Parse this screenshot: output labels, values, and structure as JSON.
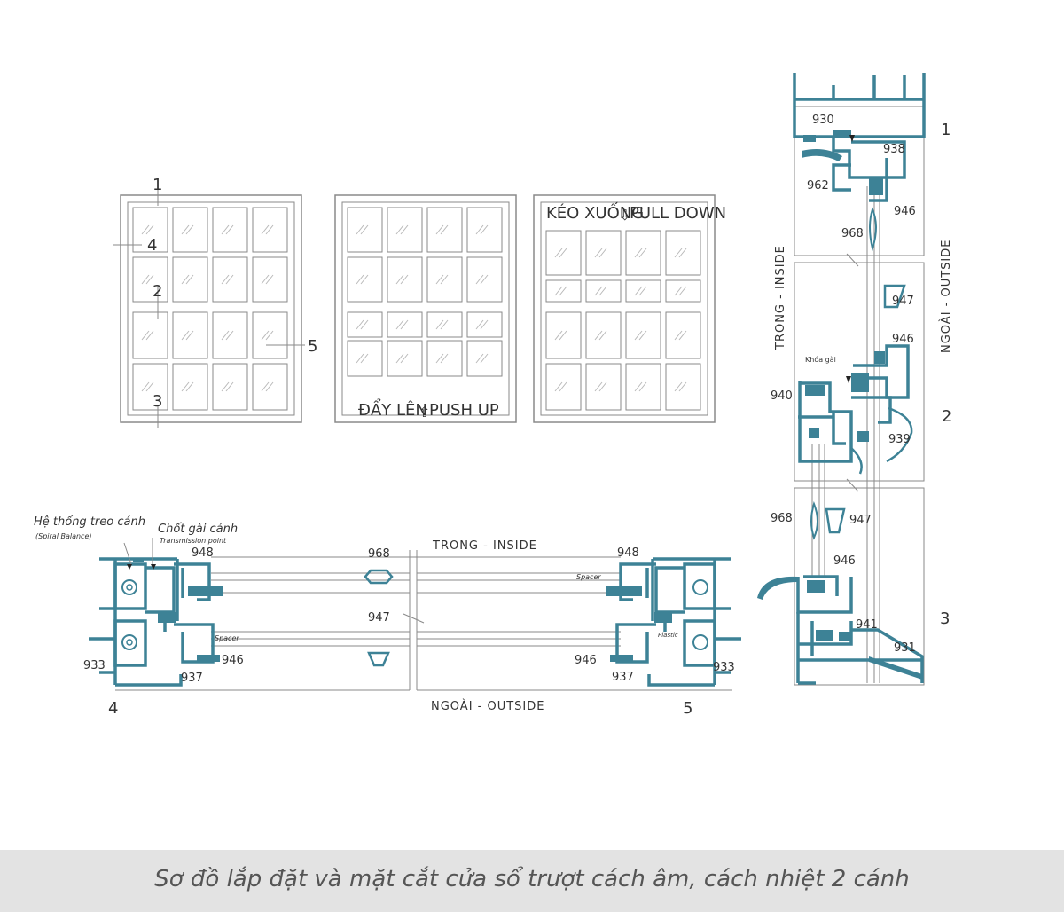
{
  "colors": {
    "profile": "#3d8296",
    "line": "#8a8a8a",
    "caption_bg": "#e3e3e3"
  },
  "elevations": {
    "callouts": [
      "1",
      "4",
      "2",
      "5",
      "3"
    ],
    "window_2_label_left": "ĐẨY LÊN",
    "window_2_label_right": "PUSH UP",
    "window_3_label_left": "KÉO XUỐNG",
    "window_3_label_right": "PULL DOWN"
  },
  "horizontal_section": {
    "spiral_label": "Hệ thống treo cánh",
    "spiral_sub": "(Spiral Balance)",
    "transmission_label": "Chốt gài cánh",
    "transmission_sub": "Transmission point",
    "inside_label": "TRONG - INSIDE",
    "outside_label": "NGOÀI - OUTSIDE",
    "parts": {
      "p948_left": "948",
      "p968": "968",
      "p948_right": "948",
      "p947": "947",
      "p933_left": "933",
      "p937_left": "937",
      "p946_left": "946",
      "p946_right": "946",
      "p937_right": "937",
      "p933_right": "933"
    },
    "spacer_top": "Spacer",
    "spacer_bottom": "Spacer",
    "plastic": "Plastic",
    "section_left": "4",
    "section_right": "5"
  },
  "vertical_section": {
    "inside_label": "TRONG - INSIDE",
    "outside_label": "NGOÀI - OUTSIDE",
    "lock_label": "Khóa gài",
    "parts": {
      "p930": "930",
      "p938": "938",
      "p962": "962",
      "p946_a": "946",
      "p968_a": "968",
      "p947_a": "947",
      "p946_b": "946",
      "p940": "940",
      "p939": "939",
      "p968_b": "968",
      "p947_b": "947",
      "p946_c": "946",
      "p941": "941",
      "p931": "931"
    },
    "section_1": "1",
    "section_2": "2",
    "section_3": "3"
  },
  "caption": "Sơ đồ lắp đặt và mặt cắt cửa sổ trượt cách âm, cách nhiệt 2 cánh"
}
